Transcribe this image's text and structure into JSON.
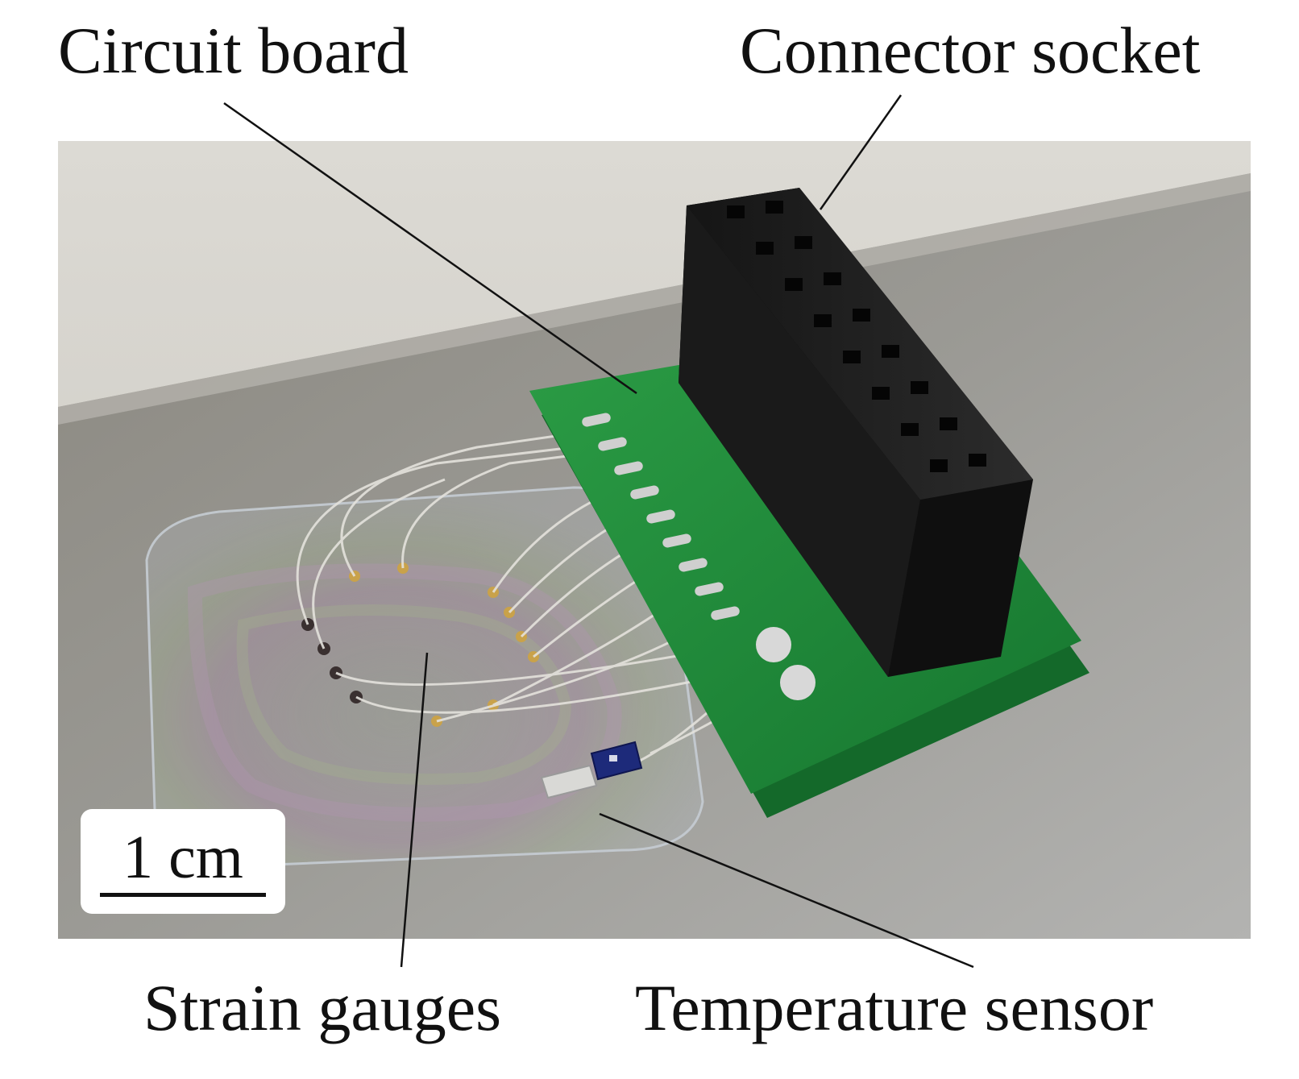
{
  "labels": {
    "circuit_board": "Circuit board",
    "connector_socket": "Connector socket",
    "strain_gauges": "Strain gauges",
    "temperature_sensor": "Temperature sensor"
  },
  "scale_bar": {
    "text": "1 cm"
  },
  "colors": {
    "pcb_green": "#1f8a3a",
    "socket_black": "#1b1b1b",
    "metal_plate": "#8f8f8a",
    "background_wall": "#d4d2cc"
  }
}
